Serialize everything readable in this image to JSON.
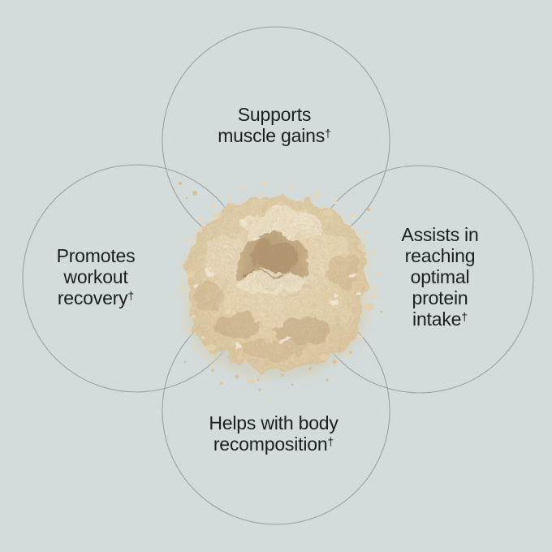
{
  "palette": {
    "background": "#d4dbdb",
    "circle_stroke": "#99a2a1",
    "text": "#1d1e1e",
    "powder_light": "#f3e8cd",
    "powder_mid": "#e9d7b5",
    "powder_deep": "#dcc69d",
    "powder_shadow": "#b89c70",
    "powder_highlight": "#f8f0dc"
  },
  "diagram": {
    "type": "benefit-circles",
    "center_image": "protein-powder-pile",
    "benefits": [
      {
        "id": "top",
        "label": "Supports\nmuscle gains†"
      },
      {
        "id": "left",
        "label": "Promotes\nworkout\nrecovery†"
      },
      {
        "id": "right",
        "label": "Assists in\nreaching optimal\nprotein intake†"
      },
      {
        "id": "bottom",
        "label": "Helps with body\nrecomposition†"
      }
    ]
  }
}
